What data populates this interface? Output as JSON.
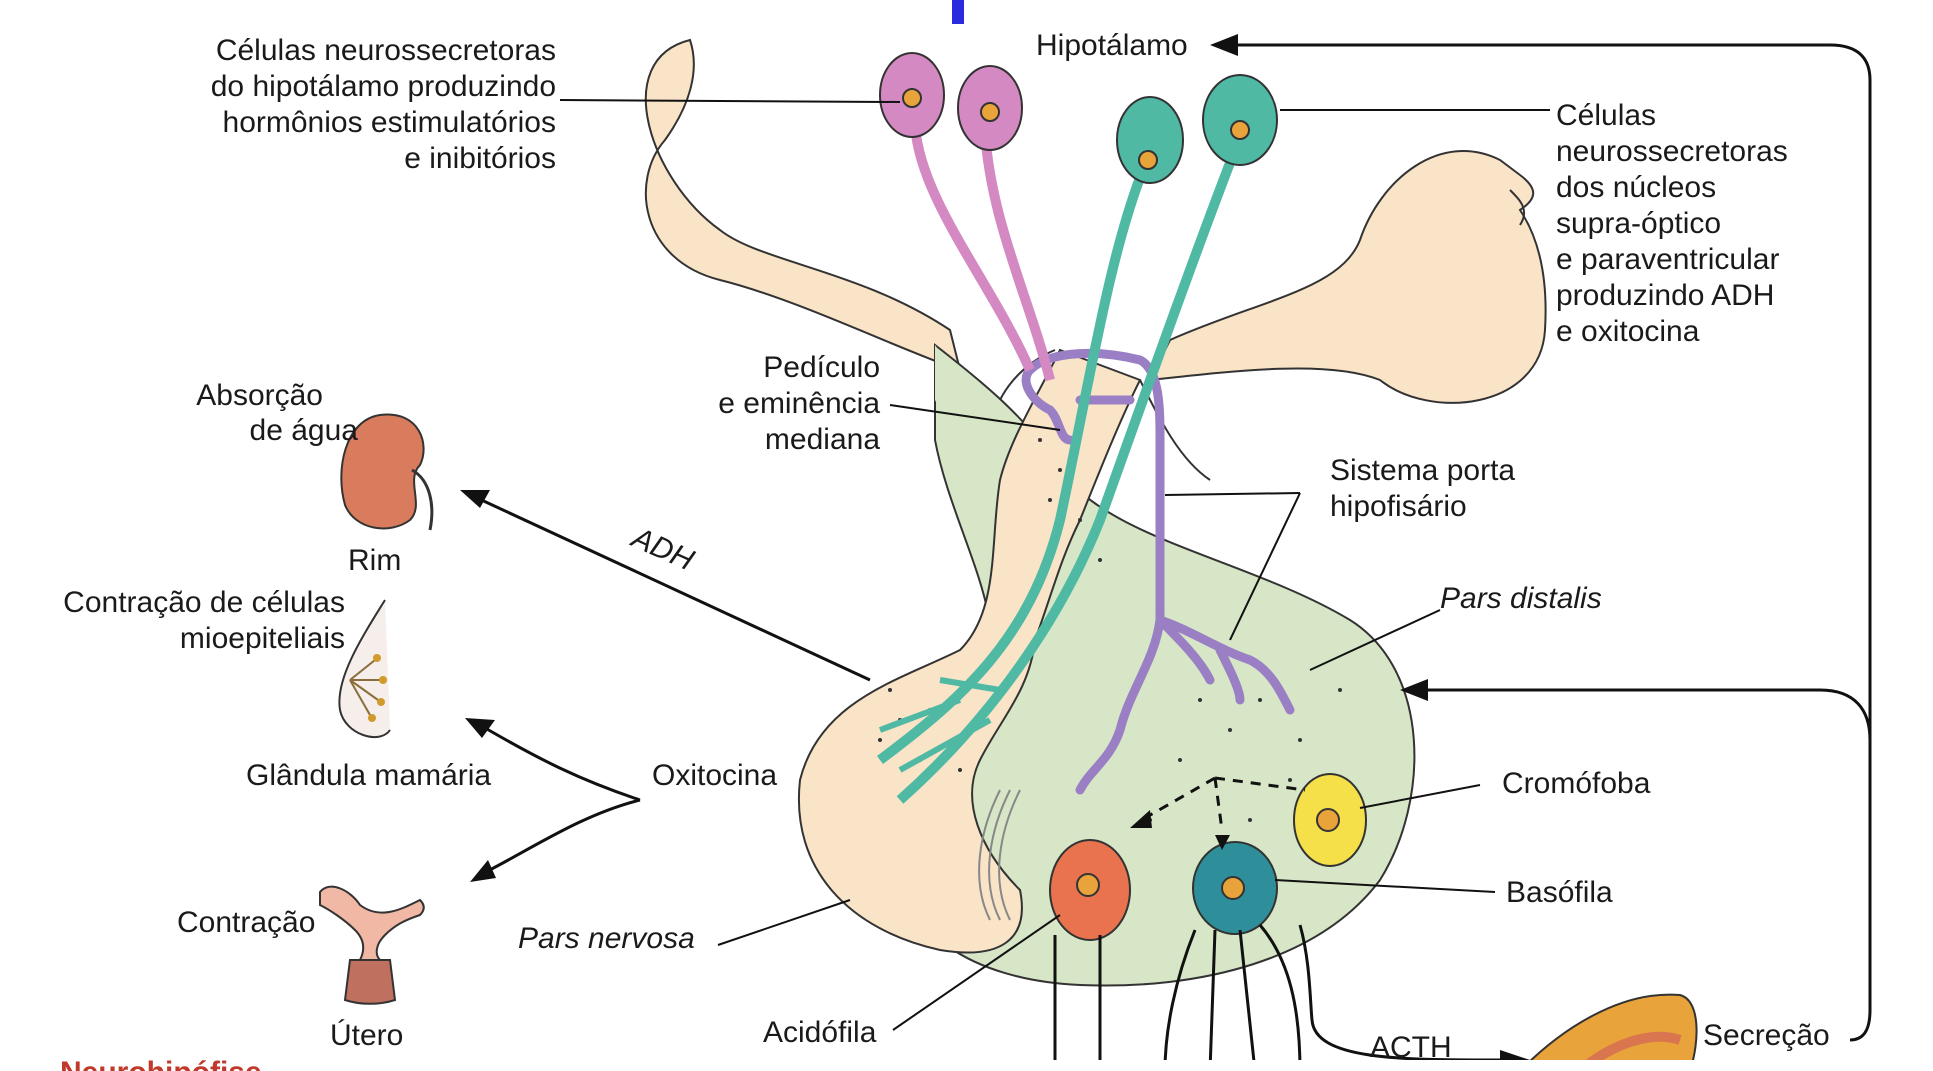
{
  "colors": {
    "brain_fill": "#f9e4c8",
    "gland_fill": "#d6e6c6",
    "portal_purple": "#9a7fc4",
    "teal_cell": "#4fb9a3",
    "pink_cell": "#d489c2",
    "acidophil": "#e8734e",
    "basophil": "#2e8f9a",
    "chromophobe": "#f5e04a",
    "kidney": "#d97b5d",
    "title_blue": "#2a2adf",
    "footer_red": "#c0392b"
  },
  "labels": {
    "hypothalamic_cells": [
      "Células neurossecretoras",
      "do hipotálamo produzindo",
      "hormônios estimulatórios",
      "e inibitórios"
    ],
    "hipotalamo": "Hipotálamo",
    "supraoptic_cells": [
      "Células",
      "neurossecretoras",
      "dos núcleos",
      "supra-óptico",
      "e paraventricular",
      "produzindo ADH",
      "e oxitocina"
    ],
    "pediculo": [
      "Pedículo",
      "e eminência",
      "mediana"
    ],
    "absorcao": [
      "Absorção",
      "de água"
    ],
    "rim": "Rim",
    "adh": "ADH",
    "sistema_porta": [
      "Sistema porta",
      "hipofisário"
    ],
    "pars_distalis": "Pars distalis",
    "contracao_celulas": [
      "Contração de células",
      "mioepiteliais"
    ],
    "glandula": "Glândula mamária",
    "oxitocina": "Oxitocina",
    "cromofoba": "Cromófoba",
    "basofila": "Basófila",
    "contracao": "Contração",
    "pars_nervosa": "Pars nervosa",
    "utero": "Útero",
    "acidofila": "Acidófila",
    "acth": "ACTH",
    "secrecao": "Secreção",
    "footer_partial": "Neurohipófise"
  }
}
